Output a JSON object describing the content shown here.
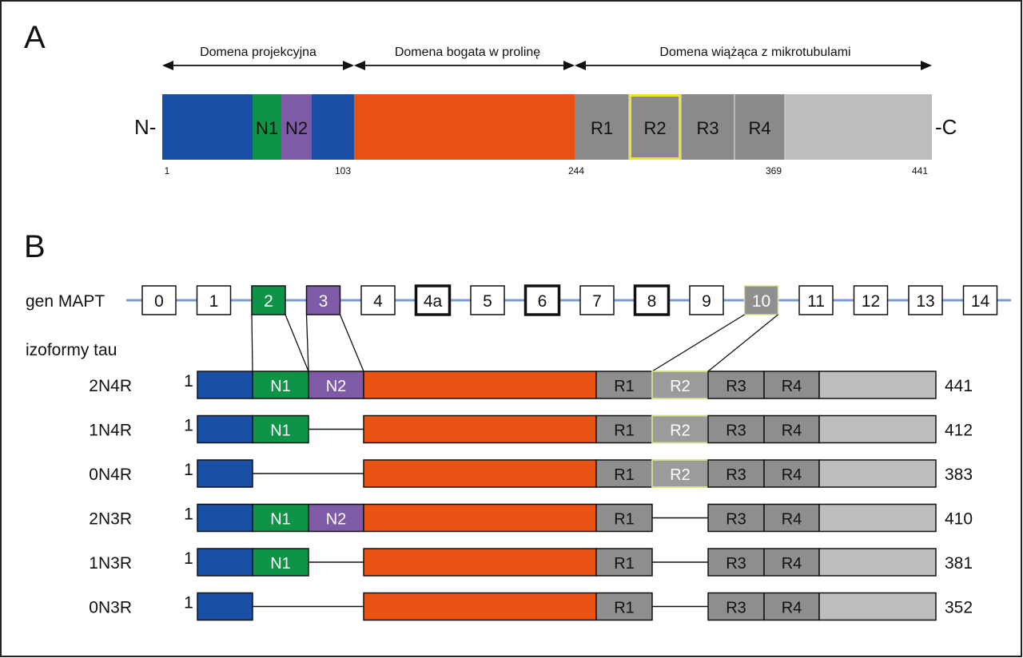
{
  "colors": {
    "n_terminal": "#1a4fa6",
    "n1": "#0f9447",
    "n2": "#7f5aa6",
    "proline": "#e85212",
    "repeat": "#8a8a8a",
    "c_terminal": "#bdbdbd",
    "highlight": "#f0e42a",
    "gene_line": "#7a9ad2"
  },
  "panel_a": {
    "label": "A",
    "n_label": "N-",
    "c_label": "-C",
    "domains": [
      {
        "label": "Domena projekcyjna"
      },
      {
        "label": "Domena bogata w prolinę"
      },
      {
        "label": "Domena wiążąca z mikrotubulami"
      }
    ],
    "segments": [
      {
        "label": "",
        "color": "n_terminal"
      },
      {
        "label": "N1",
        "color": "n1"
      },
      {
        "label": "N2",
        "color": "n2"
      },
      {
        "label": "",
        "color": "n_terminal"
      },
      {
        "label": "",
        "color": "proline"
      },
      {
        "label": "R1",
        "color": "repeat"
      },
      {
        "label": "R2",
        "color": "repeat",
        "highlight": true
      },
      {
        "label": "R3",
        "color": "repeat"
      },
      {
        "label": "R4",
        "color": "repeat"
      },
      {
        "label": "",
        "color": "c_terminal"
      }
    ],
    "positions": [
      "1",
      "103",
      "244",
      "369",
      "441"
    ]
  },
  "panel_b": {
    "label": "B",
    "gene_label": "gen MAPT",
    "exons": [
      {
        "label": "0",
        "style": "plain"
      },
      {
        "label": "1",
        "style": "plain"
      },
      {
        "label": "2",
        "style": "n1"
      },
      {
        "label": "3",
        "style": "n2"
      },
      {
        "label": "4",
        "style": "plain"
      },
      {
        "label": "4a",
        "style": "bold"
      },
      {
        "label": "5",
        "style": "plain"
      },
      {
        "label": "6",
        "style": "bold"
      },
      {
        "label": "7",
        "style": "plain"
      },
      {
        "label": "8",
        "style": "bold"
      },
      {
        "label": "9",
        "style": "plain"
      },
      {
        "label": "10",
        "style": "repeat"
      },
      {
        "label": "11",
        "style": "plain"
      },
      {
        "label": "12",
        "style": "plain"
      },
      {
        "label": "13",
        "style": "plain"
      },
      {
        "label": "14",
        "style": "plain"
      }
    ],
    "isoforms_label": "izoformy tau",
    "isoforms": [
      {
        "name": "2N4R",
        "start": "1",
        "end": "441",
        "n1": true,
        "n2": true,
        "r2": true
      },
      {
        "name": "1N4R",
        "start": "1",
        "end": "412",
        "n1": true,
        "n2": false,
        "r2": true
      },
      {
        "name": "0N4R",
        "start": "1",
        "end": "383",
        "n1": false,
        "n2": false,
        "r2": true
      },
      {
        "name": "2N3R",
        "start": "1",
        "end": "410",
        "n1": true,
        "n2": true,
        "r2": false
      },
      {
        "name": "1N3R",
        "start": "1",
        "end": "381",
        "n1": true,
        "n2": false,
        "r2": false
      },
      {
        "name": "0N3R",
        "start": "1",
        "end": "352",
        "n1": false,
        "n2": false,
        "r2": false
      }
    ],
    "segment_labels": {
      "n1": "N1",
      "n2": "N2",
      "r1": "R1",
      "r2": "R2",
      "r3": "R3",
      "r4": "R4"
    }
  }
}
